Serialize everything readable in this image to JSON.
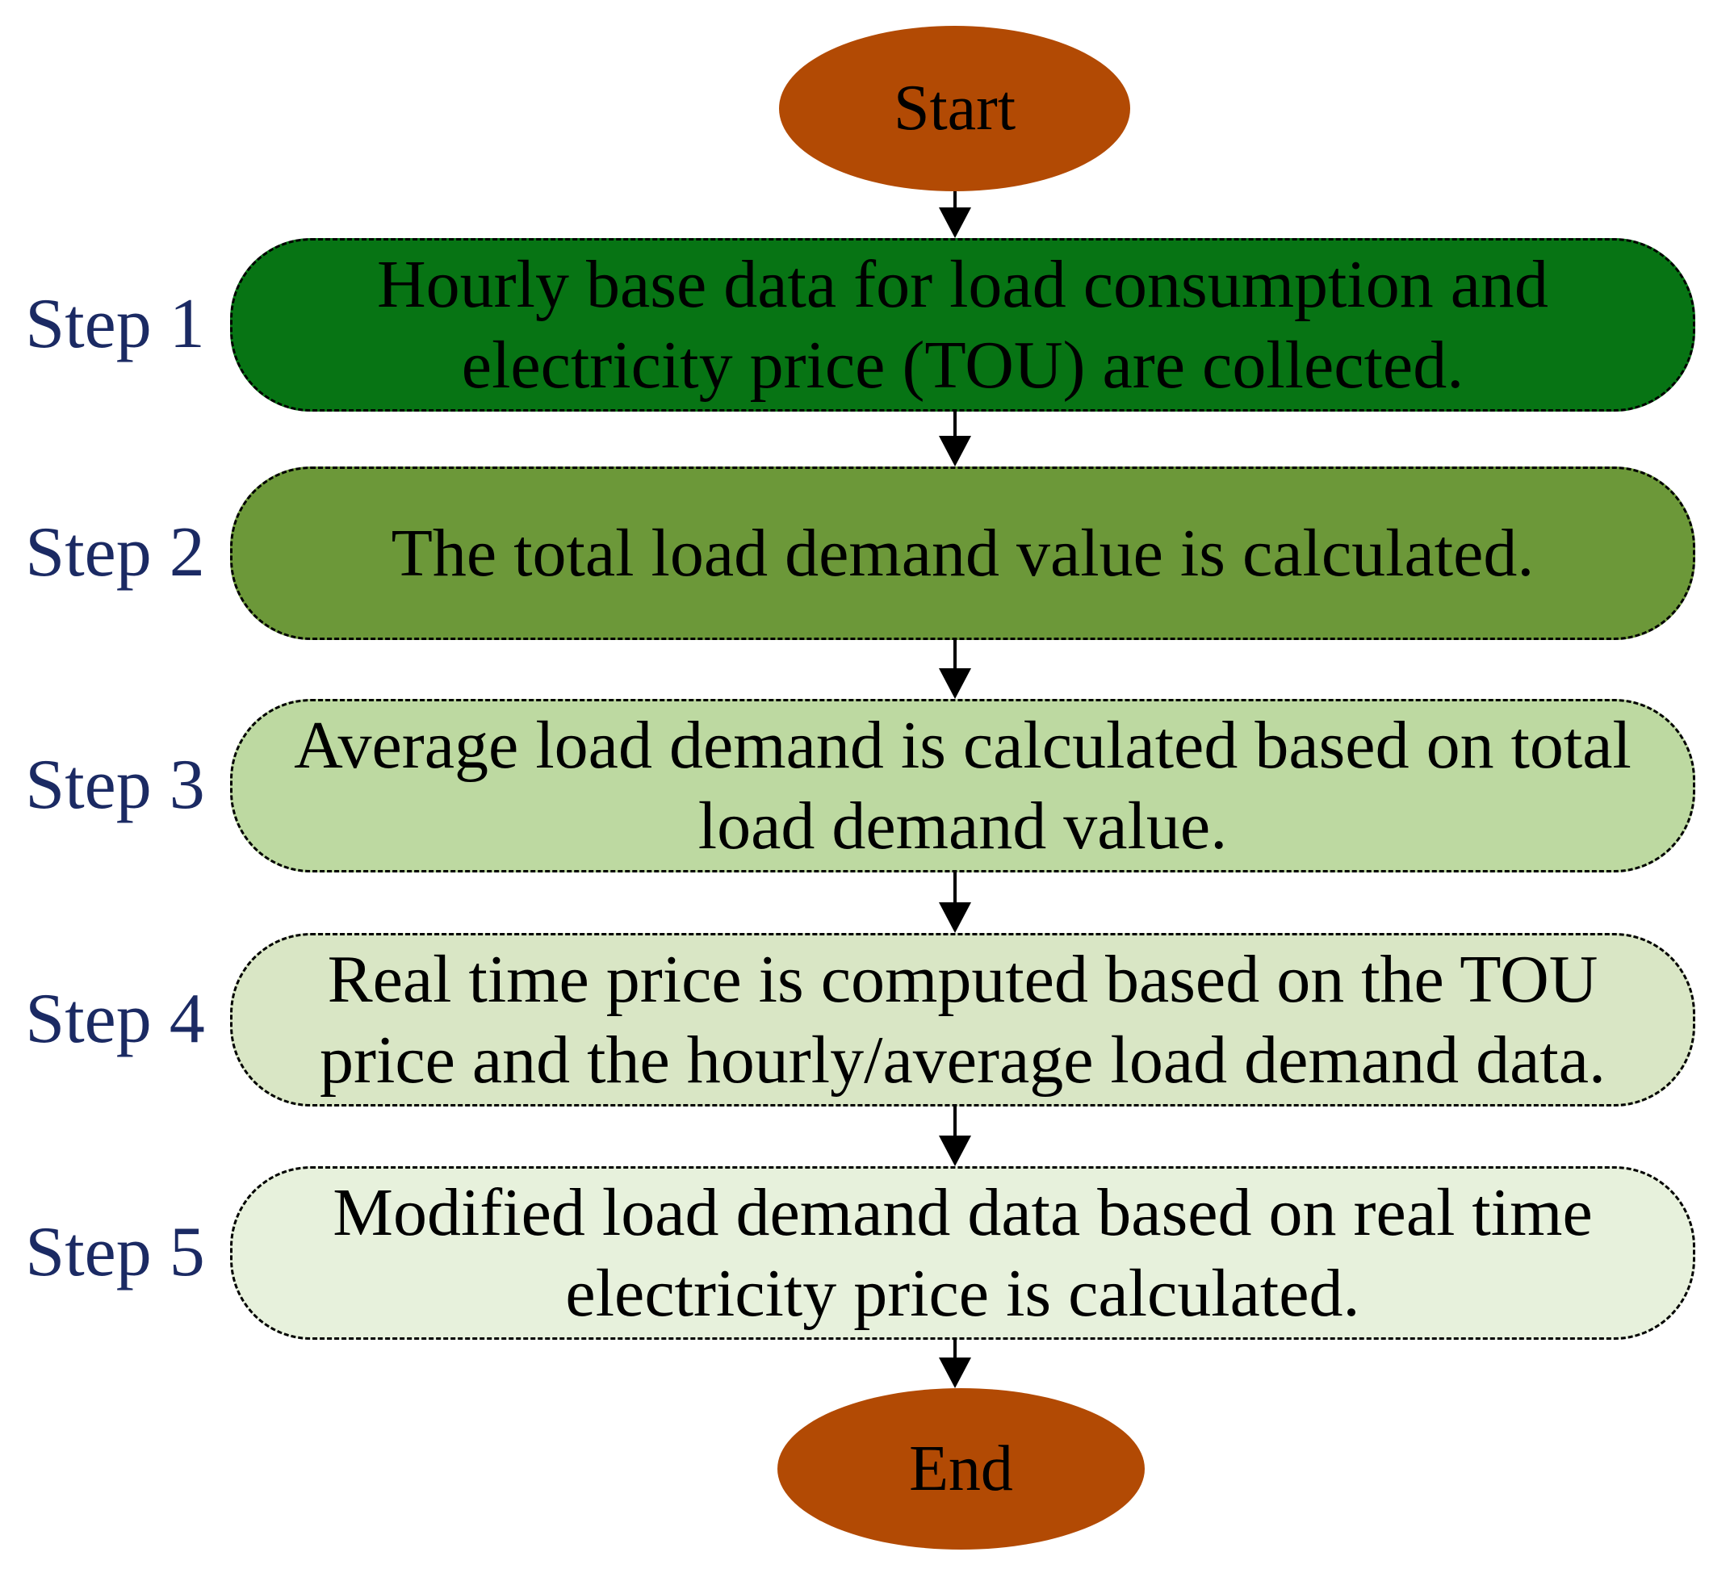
{
  "flowchart": {
    "start": {
      "label": "Start",
      "fill": "#b24a04"
    },
    "end": {
      "label": "End",
      "fill": "#b24a04"
    },
    "steps": [
      {
        "label": "Step 1",
        "text": "Hourly base data for load consumption and electricity price (TOU) are collected.",
        "fill": "#077414"
      },
      {
        "label": "Step 2",
        "text": "The total load demand value is calculated.",
        "fill": "#6c9839"
      },
      {
        "label": "Step 3",
        "text": "Average load demand is calculated based on total load demand value.",
        "fill": "#bdd9a1"
      },
      {
        "label": "Step 4",
        "text": "Real time price is computed based on the TOU price and the hourly/average load demand data.",
        "fill": "#d9e6c5"
      },
      {
        "label": "Step 5",
        "text": "Modified load demand data based on real time electricity price is calculated.",
        "fill": "#e7f1dc"
      }
    ],
    "step_label_color": "#1b2a63",
    "box_border_color": "#000000",
    "box_text_color": "#000000",
    "arrow_color": "#000000"
  }
}
